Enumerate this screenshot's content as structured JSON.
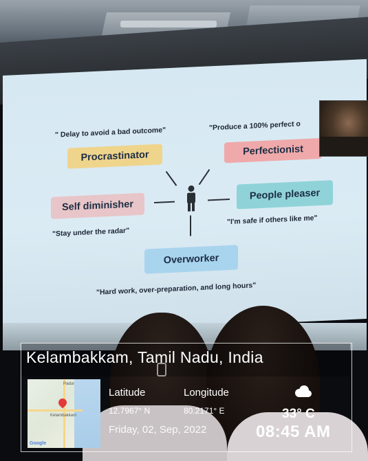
{
  "slide": {
    "boxes": {
      "procrastinator": "Procrastinator",
      "perfectionist": "Perfectionist",
      "self_diminisher": "Self diminisher",
      "people_pleaser": "People pleaser",
      "overworker": "Overworker"
    },
    "quotes": {
      "procrastinator": "\" Delay to avoid a bad outcome\"",
      "perfectionist": "\"Produce a 100% perfect o",
      "self_diminisher": "\"Stay under the radar\"",
      "people_pleaser": "\"I'm safe if others like me\"",
      "overworker": "\"Hard work, over-preparation, and long hours\""
    },
    "center_icon": "person-icon"
  },
  "geotag": {
    "location": "Kelambakkam, Tamil Nadu, India",
    "latitude_label": "Latitude",
    "latitude_value": "12.7967° N",
    "longitude_label": "Longitude",
    "longitude_value": "80.2171° E",
    "date": "Friday, 02, Sep, 2022",
    "temperature": "33° C",
    "time": "08:45 AM",
    "weather_icon": "cloud-icon",
    "map": {
      "label_town": "Kelambakkam",
      "label_top": "Padur",
      "google": "Google"
    }
  },
  "colors": {
    "yellow_box": "#efd48c",
    "pink_box": "#efa9aa",
    "teal_box": "#8fd3d8",
    "blue_box": "#a9d4ee",
    "slide_bg": "#d6e8f2"
  }
}
